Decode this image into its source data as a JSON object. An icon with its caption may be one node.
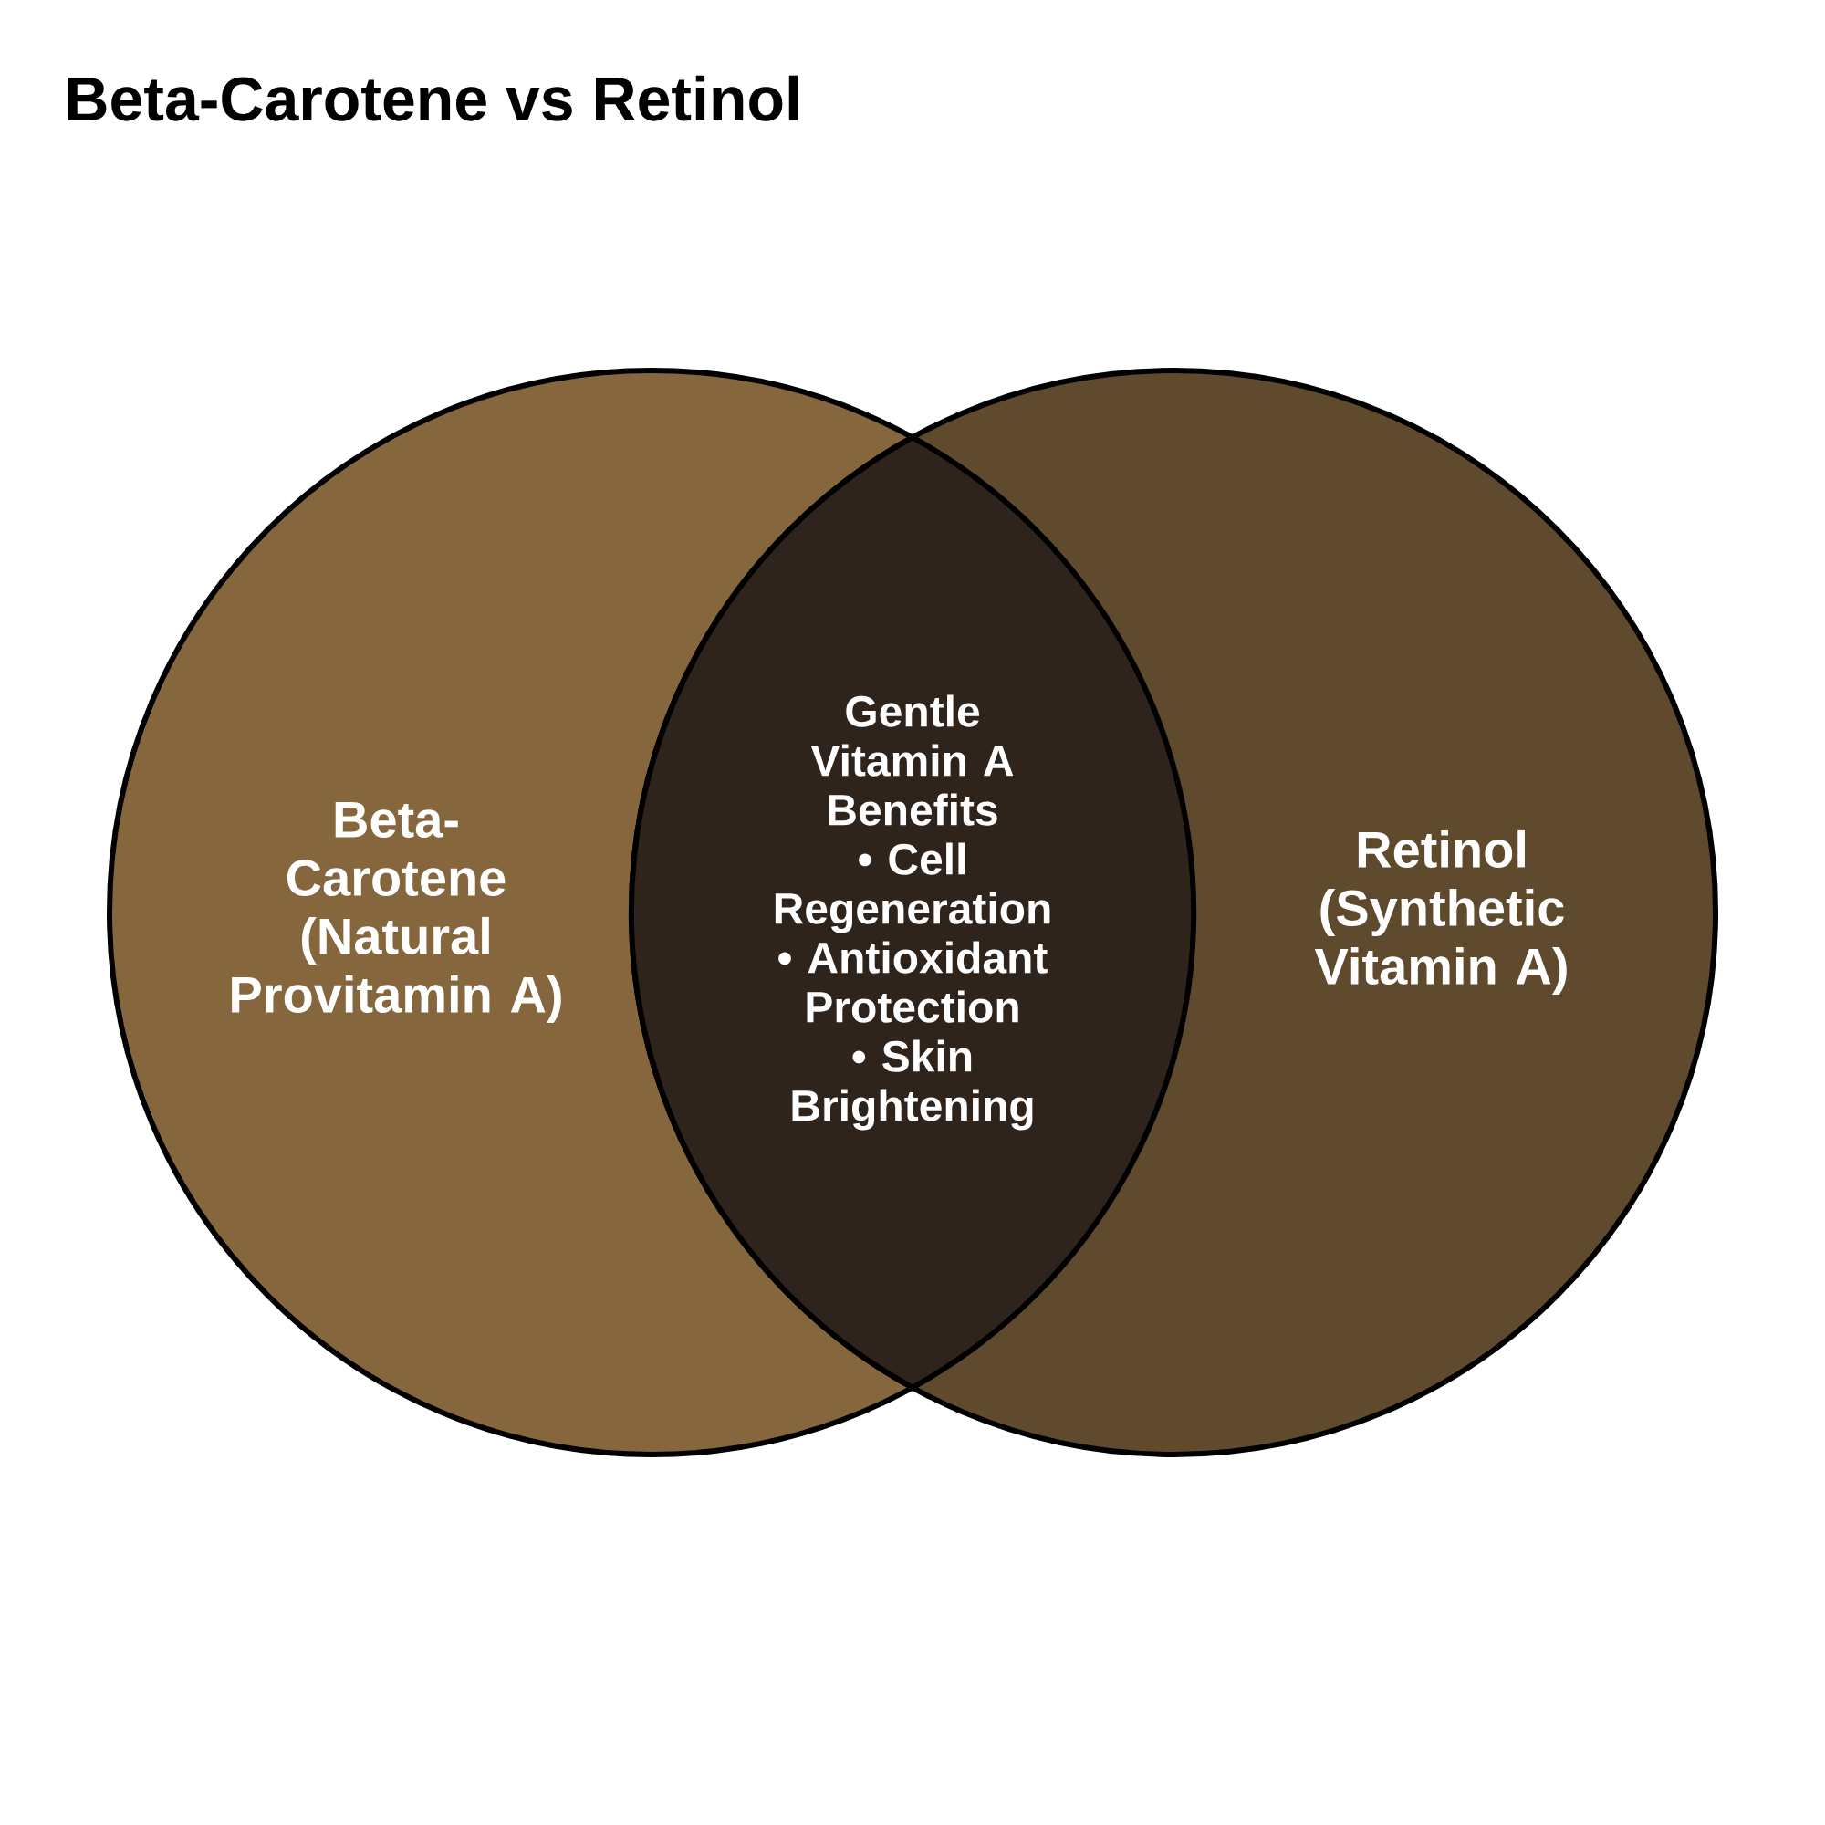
{
  "diagram": {
    "title": "Beta-Carotene vs Retinol",
    "nodes": [
      {
        "text": [
          "Beta-Carotene (Natural Provitamin A)"
        ]
      },
      {
        "text": [
          "Retinol (Synthetic Vitamin A)"
        ]
      },
      {
        "text": [
          "Gentle Vitamin A Benefits",
          "• Cell Regeneration",
          "• Antioxidant Protection",
          "• Skin Brightening"
        ]
      }
    ]
  }
}
